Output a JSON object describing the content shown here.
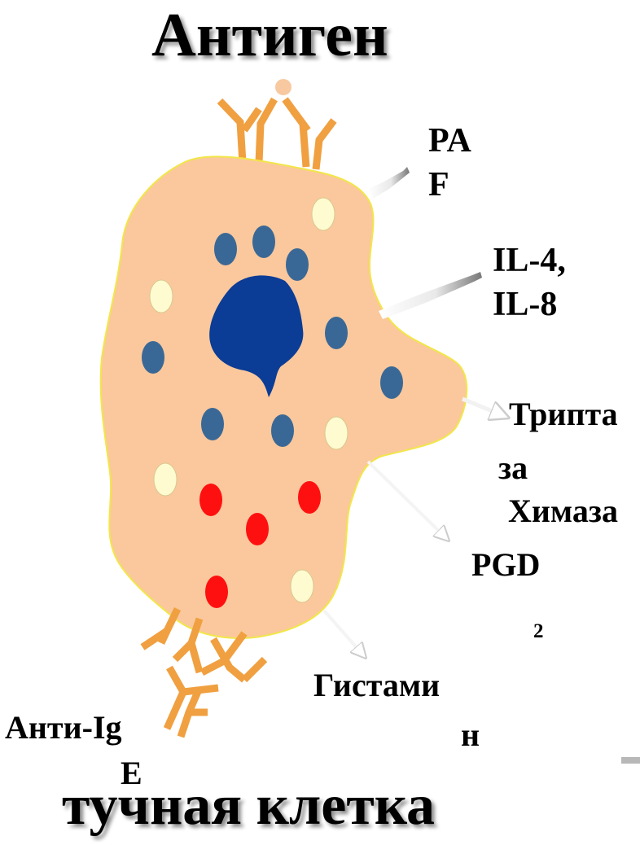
{
  "title": "Антиген",
  "subtitle": "тучная клетка",
  "labels": {
    "paf_line1": "PA",
    "paf_line2": "F",
    "il_line1": "IL-4,",
    "il_line2": "IL-8",
    "tryptase_line1": "Трипта",
    "tryptase_line2": "за",
    "chymase": "Химаза",
    "pgd": "PGD",
    "pgd_sub": "2",
    "histamine_line1": "Гистами",
    "histamine_line2": "н",
    "anti_ige_line1": "Анти-Ig",
    "anti_ige_line2": "E"
  },
  "colors": {
    "cell_fill": "#FAC89C",
    "cell_outline": "#F2E64A",
    "nucleus": "#0B3C96",
    "granule_blue": "#3A6896",
    "granule_cream": "#FFFBD0",
    "granule_red": "#FF1010",
    "antibody": "#F0A040",
    "antigen": "#F8C9A0"
  },
  "icons": [
    "antigen-particle",
    "ige-antibody",
    "anti-ige-antibody",
    "nucleus",
    "granule"
  ]
}
